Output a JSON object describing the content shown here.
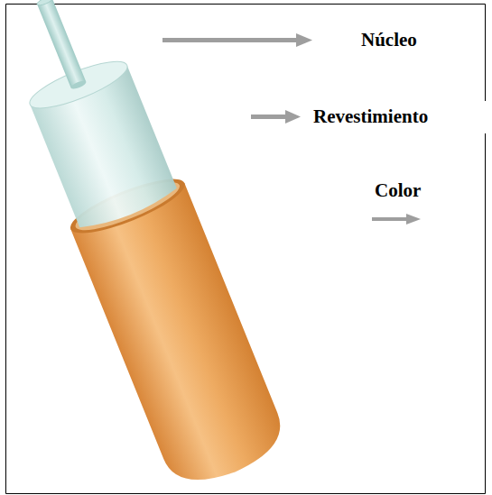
{
  "diagram": {
    "labels": [
      "Núcleo",
      "Revestimiento",
      "Color"
    ]
  }
}
